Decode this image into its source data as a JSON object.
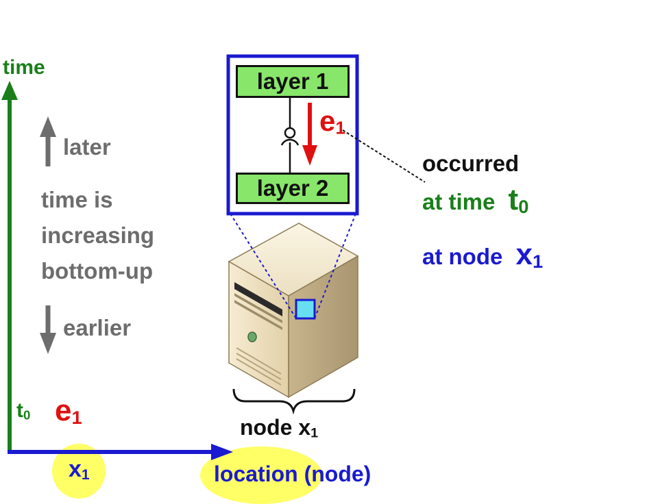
{
  "axes": {
    "y_label": "time",
    "x_label_main": "location",
    "x_label_suffix": "(node)",
    "t0_symbol": "t",
    "t0_sub": "0",
    "x1_symbol": "x",
    "x1_sub": "1"
  },
  "time_direction": {
    "later": "later",
    "explanation_line1": "time is",
    "explanation_line2": "increasing",
    "explanation_line3": "bottom-up",
    "earlier": "earlier"
  },
  "event": {
    "symbol": "e",
    "sub": "1"
  },
  "zoom_box": {
    "layer1": "layer 1",
    "layer2": "layer 2"
  },
  "node": {
    "label": "node x",
    "label_sub": "1"
  },
  "annotation": {
    "occurred": "occurred",
    "at_time": "at time",
    "time_symbol": "t",
    "time_sub": "0",
    "at_node": "at node",
    "node_symbol": "x",
    "node_sub": "1"
  },
  "colors": {
    "time_axis": "#1a7f1a",
    "location_axis": "#1a1ad0",
    "event": "#e01010",
    "highlight": "#ffff66",
    "layer_fill": "#88e66a",
    "zoom_frame": "#1a1ad0"
  }
}
